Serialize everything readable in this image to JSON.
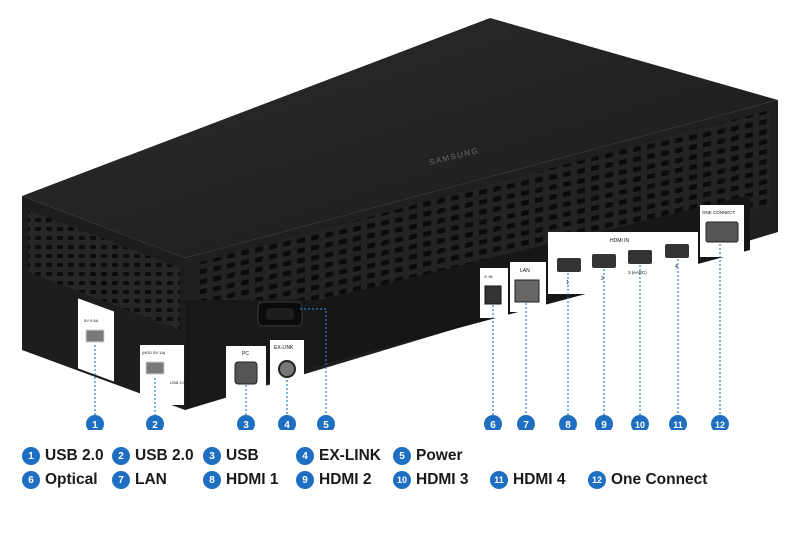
{
  "device": {
    "brand": "SAMSUNG",
    "port_labels": {
      "usb_left": "5V 0.5A",
      "usb_right": "(HDD 5V 1A)",
      "usb_spec": "USB 2.0 ⇌",
      "pc": "PC",
      "exlink": "EX-LINK",
      "optical": "⊙ IN",
      "lan": "LAN",
      "hdmi": "HDMI IN",
      "hdmi_arc": "3 (eARC)",
      "hdmi_nums": [
        "1",
        "2",
        "4"
      ],
      "one_connect": "ONE CONNECT"
    }
  },
  "callouts": [
    "1",
    "2",
    "3",
    "4",
    "5",
    "6",
    "7",
    "8",
    "9",
    "10",
    "11",
    "12"
  ],
  "legend": [
    {
      "num": "1",
      "label": "USB 2.0"
    },
    {
      "num": "2",
      "label": "USB 2.0"
    },
    {
      "num": "3",
      "label": "USB"
    },
    {
      "num": "4",
      "label": "EX-LINK"
    },
    {
      "num": "5",
      "label": "Power"
    },
    {
      "num": "6",
      "label": "Optical"
    },
    {
      "num": "7",
      "label": "LAN"
    },
    {
      "num": "8",
      "label": "HDMI 1"
    },
    {
      "num": "9",
      "label": "HDMI 2"
    },
    {
      "num": "10",
      "label": "HDMI 3"
    },
    {
      "num": "11",
      "label": "HDMI 4"
    },
    {
      "num": "12",
      "label": "One Connect"
    }
  ],
  "colors": {
    "callout": "#1e6fc1",
    "body": "#1b1b1c",
    "top": "#232324",
    "leader": "#2f7fd1"
  }
}
